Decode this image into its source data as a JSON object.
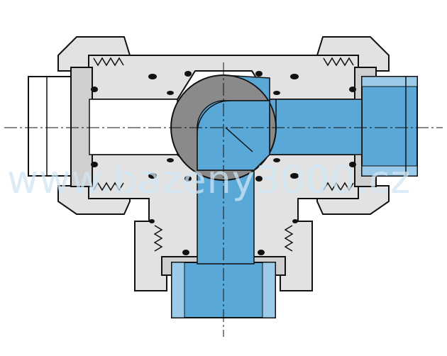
{
  "figure": {
    "kind": "cross-section drawing of a three-way ball valve",
    "watermark": "www.bazeny3000.cz"
  },
  "colors": {
    "background": "#ffffff",
    "body_grey": "#e2e2e2",
    "body_grey_dark": "#bdbdbd",
    "outline": "#111111",
    "ball_grey": "#8a8a8a",
    "pipe_blue": "#5aa8d8",
    "pipe_blue_dark": "#3f86b8",
    "seal_black": "#111111",
    "watermark": "#cfe6f5"
  },
  "icons": {
    "centerline": "dash-dot-line",
    "seal": "o-ring",
    "thread": "zigzag-thread"
  }
}
